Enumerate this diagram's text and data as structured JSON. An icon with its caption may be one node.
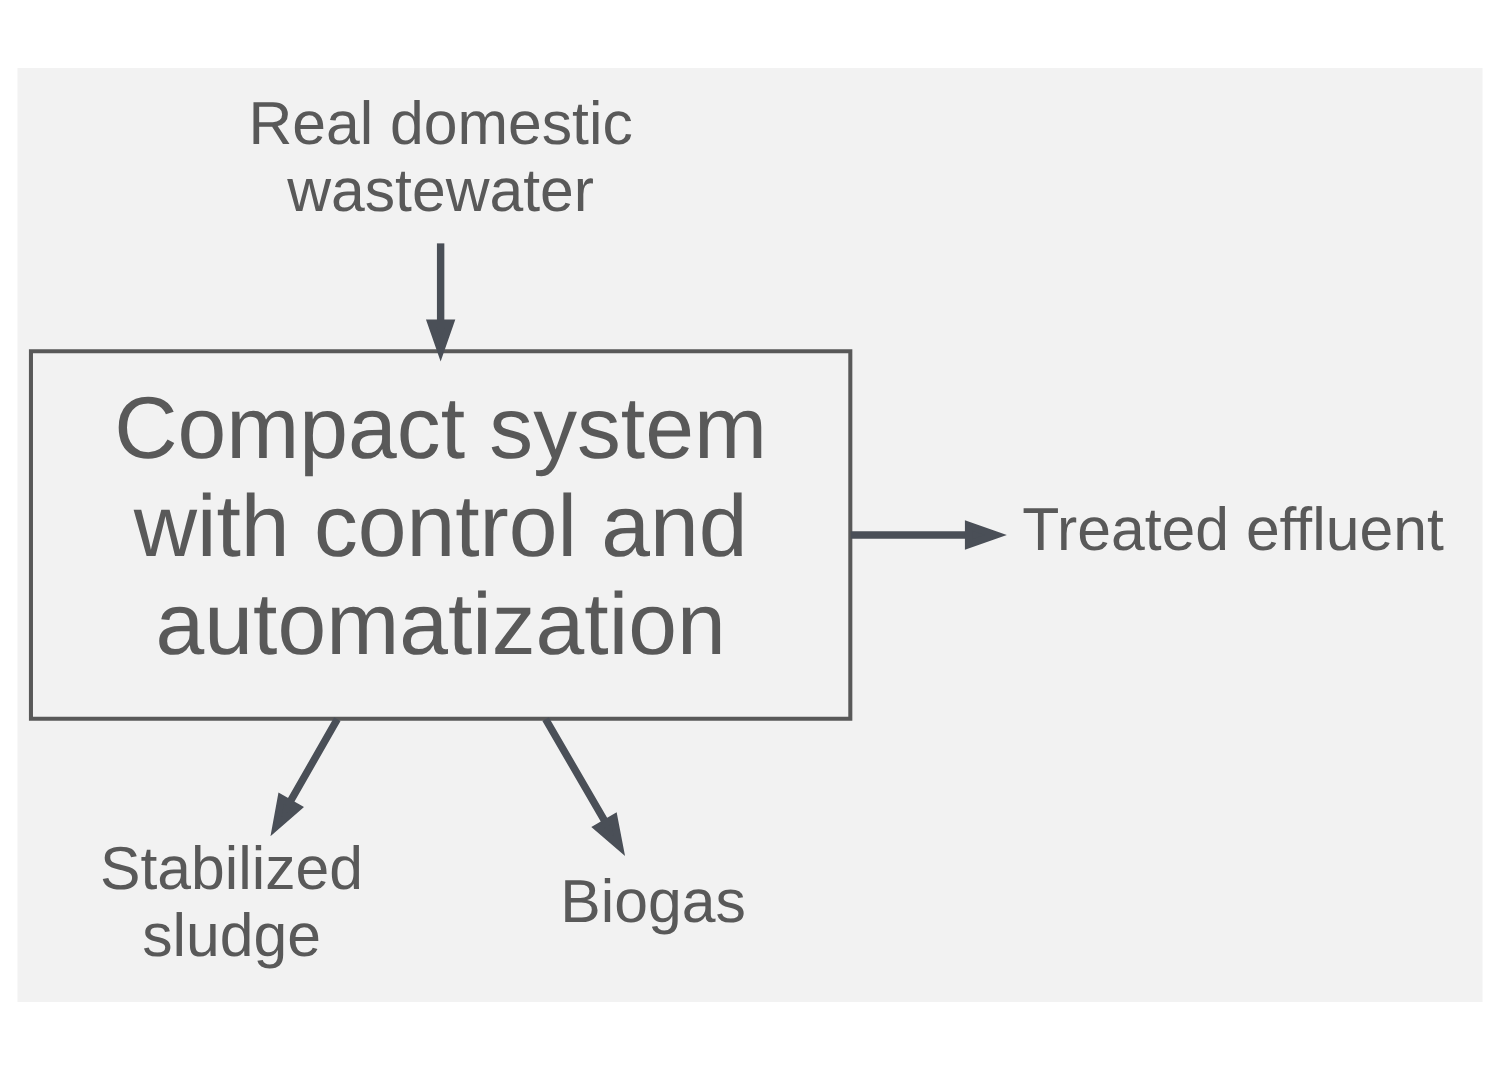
{
  "diagram": {
    "nodes": [
      {
        "text": [
          "Real domestic wastewater"
        ]
      },
      {
        "text": [
          "Compact system with control and automatization"
        ]
      },
      {
        "text": [
          "Treated effluent"
        ]
      },
      {
        "text": [
          "Stabilized sludge"
        ]
      },
      {
        "text": [
          "Biogas"
        ]
      }
    ],
    "edges": [
      {
        "from": 0,
        "to": 1,
        "arrow": "to"
      },
      {
        "from": 1,
        "to": 2,
        "arrow": "to"
      },
      {
        "from": 1,
        "to": 3,
        "arrow": "to"
      },
      {
        "from": 1,
        "to": 4,
        "arrow": "to"
      }
    ]
  }
}
